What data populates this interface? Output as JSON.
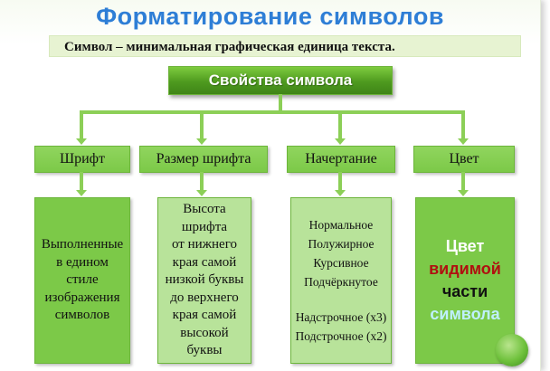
{
  "title": "Форматирование символов",
  "subtitle": "Символ  – минимальная  графическая  единица  текста.",
  "root": "Свойства символа",
  "categories": [
    {
      "label": "Шрифт"
    },
    {
      "label": "Размер шрифта"
    },
    {
      "label": "Начертание"
    },
    {
      "label": "Цвет"
    }
  ],
  "descriptions": {
    "font": [
      "Выполненные",
      "в едином",
      "стиле",
      "изображения",
      "символов"
    ],
    "size": [
      "Высота",
      "шрифта",
      "от нижнего",
      "края самой",
      "низкой буквы",
      "до верхнего",
      "края самой",
      "высокой",
      "буквы"
    ],
    "style_main": [
      "Нормальное",
      "Полужирное",
      "Курсивное",
      "Подчёркнутое"
    ],
    "style_extra": [
      "Надстрочное (x3)",
      "Подстрочное (x2)"
    ],
    "color": [
      {
        "text": "Цвет",
        "color": "#ffffff"
      },
      {
        "text": "видимой",
        "color": "#b01010"
      },
      {
        "text": "части",
        "color": "#111111"
      },
      {
        "text": "символа",
        "color": "#bff0ff"
      }
    ]
  },
  "colors": {
    "title": "#2e7ed6",
    "box_green": "#7cc948",
    "box_light_green": "#b8e39a",
    "connector": "#8ccf57",
    "root_green": "#4e9a1f"
  }
}
